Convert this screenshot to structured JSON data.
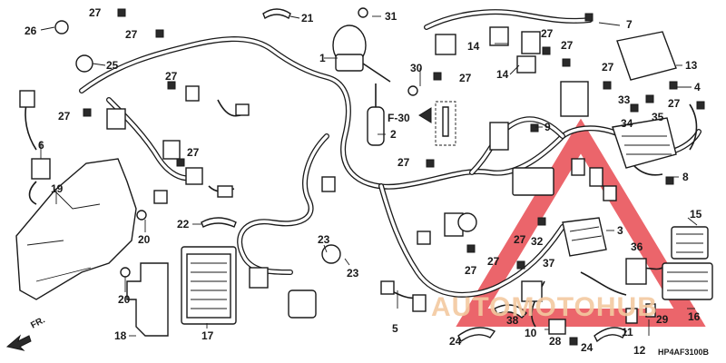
{
  "diagram": {
    "drawing_code": "HP4AF3100B",
    "reference": "F-30",
    "front_marker": "FR.",
    "watermark_text": "AUTOMOTOHUB",
    "watermark_color": "#e4323a",
    "labels": [
      "1",
      "2",
      "3",
      "4",
      "5",
      "6",
      "7",
      "8",
      "9",
      "10",
      "11",
      "12",
      "13",
      "14",
      "14",
      "15",
      "16",
      "17",
      "18",
      "19",
      "20",
      "20",
      "21",
      "22",
      "23",
      "23",
      "24",
      "24",
      "25",
      "26",
      "27",
      "27",
      "27",
      "27",
      "27",
      "27",
      "27",
      "27",
      "27",
      "27",
      "27",
      "27",
      "27",
      "27",
      "28",
      "29",
      "30",
      "31",
      "32",
      "33",
      "34",
      "35",
      "36",
      "37",
      "38"
    ]
  }
}
